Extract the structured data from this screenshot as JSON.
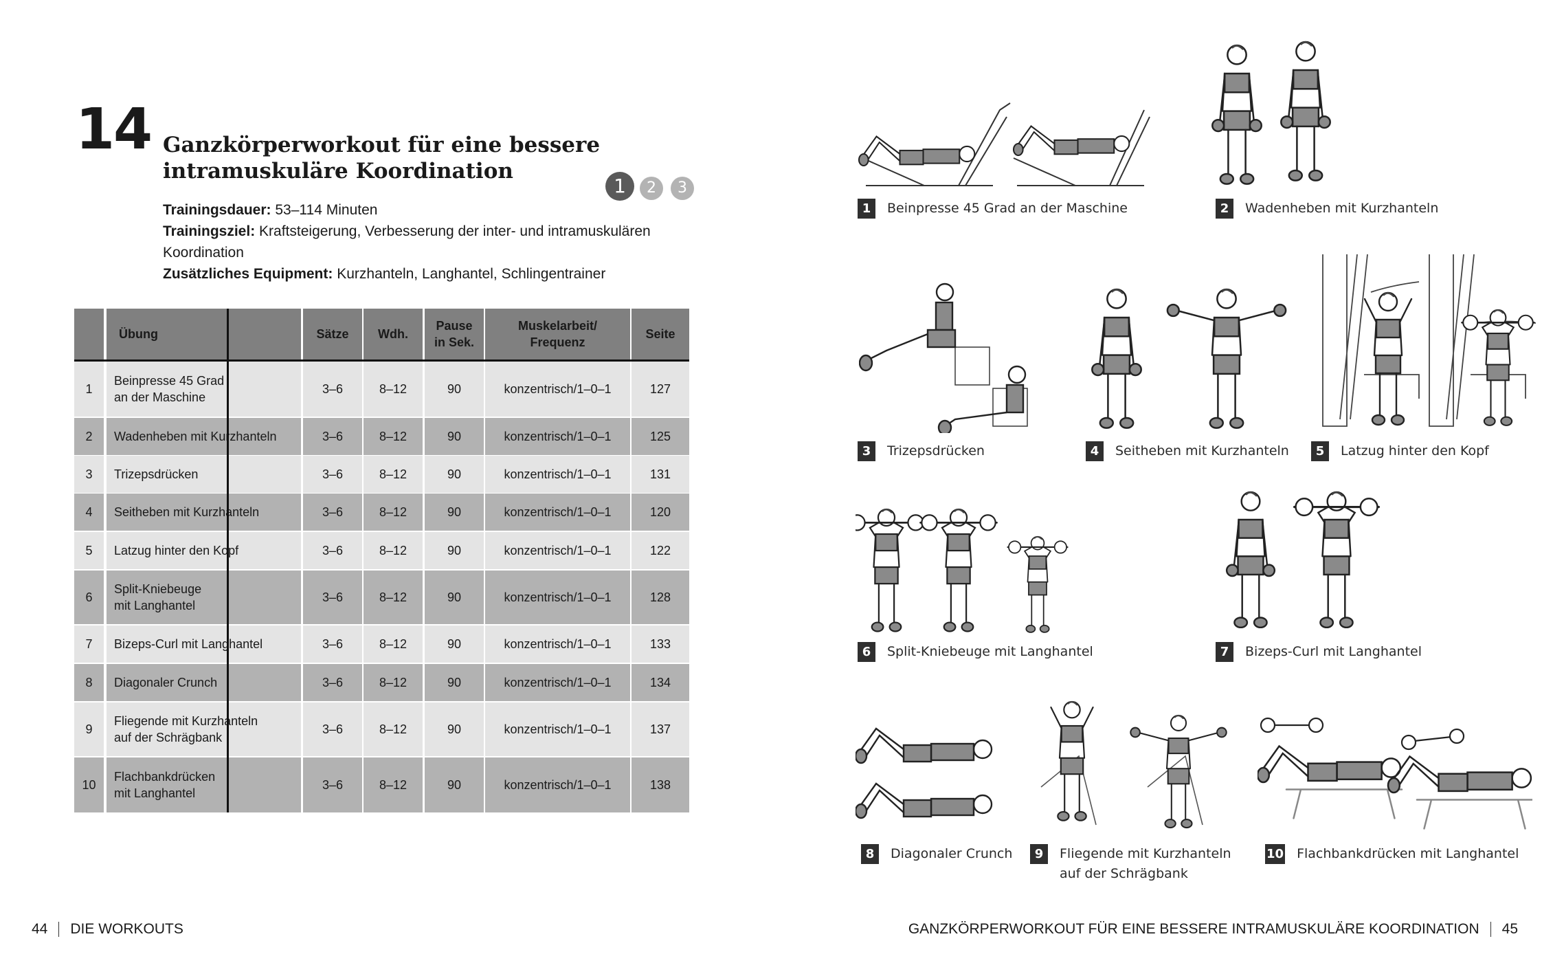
{
  "left_page": {
    "chapter_number": "14",
    "title_line1": "Ganzkörperworkout für eine bessere",
    "title_line2": "intramuskuläre Koordination",
    "difficulty_levels": [
      "1",
      "2",
      "3"
    ],
    "difficulty_active": "1",
    "meta": {
      "duration_label": "Trainingsdauer:",
      "duration_value": "53–114 Minuten",
      "goal_label": "Trainingsziel:",
      "goal_value": "Kraftsteigerung, Verbesserung der inter- und intramuskulären Koordination",
      "equipment_label": "Zusätzliches Equipment:",
      "equipment_value": "Kurzhanteln, Langhantel, Schlingentrainer"
    },
    "table": {
      "headers": [
        "",
        "Übung",
        "Sätze",
        "Wdh.",
        "Pause in Sek.",
        "Muskelarbeit/ Frequenz",
        "Seite"
      ],
      "header_lines": {
        "pause_1": "Pause",
        "pause_2": "in Sek.",
        "muskel_1": "Muskelarbeit/",
        "muskel_2": "Frequenz"
      },
      "rows": [
        {
          "nr": "1",
          "uebung_1": "Beinpresse 45 Grad",
          "uebung_2": "an der Maschine",
          "saetze": "3–6",
          "wdh": "8–12",
          "pause": "90",
          "muskelarbeit": "konzentrisch/1–0–1",
          "seite": "127"
        },
        {
          "nr": "2",
          "uebung_1": "Wadenheben mit Kurzhanteln",
          "uebung_2": "",
          "saetze": "3–6",
          "wdh": "8–12",
          "pause": "90",
          "muskelarbeit": "konzentrisch/1–0–1",
          "seite": "125"
        },
        {
          "nr": "3",
          "uebung_1": "Trizepsdrücken",
          "uebung_2": "",
          "saetze": "3–6",
          "wdh": "8–12",
          "pause": "90",
          "muskelarbeit": "konzentrisch/1–0–1",
          "seite": "131"
        },
        {
          "nr": "4",
          "uebung_1": "Seitheben mit Kurzhanteln",
          "uebung_2": "",
          "saetze": "3–6",
          "wdh": "8–12",
          "pause": "90",
          "muskelarbeit": "konzentrisch/1–0–1",
          "seite": "120"
        },
        {
          "nr": "5",
          "uebung_1": "Latzug hinter den Kopf",
          "uebung_2": "",
          "saetze": "3–6",
          "wdh": "8–12",
          "pause": "90",
          "muskelarbeit": "konzentrisch/1–0–1",
          "seite": "122"
        },
        {
          "nr": "6",
          "uebung_1": "Split-Kniebeuge",
          "uebung_2": "mit Langhantel",
          "saetze": "3–6",
          "wdh": "8–12",
          "pause": "90",
          "muskelarbeit": "konzentrisch/1–0–1",
          "seite": "128"
        },
        {
          "nr": "7",
          "uebung_1": "Bizeps-Curl mit Langhantel",
          "uebung_2": "",
          "saetze": "3–6",
          "wdh": "8–12",
          "pause": "90",
          "muskelarbeit": "konzentrisch/1–0–1",
          "seite": "133"
        },
        {
          "nr": "8",
          "uebung_1": "Diagonaler Crunch",
          "uebung_2": "",
          "saetze": "3–6",
          "wdh": "8–12",
          "pause": "90",
          "muskelarbeit": "konzentrisch/1–0–1",
          "seite": "134"
        },
        {
          "nr": "9",
          "uebung_1": "Fliegende mit Kurzhanteln",
          "uebung_2": "auf der Schrägbank",
          "saetze": "3–6",
          "wdh": "8–12",
          "pause": "90",
          "muskelarbeit": "konzentrisch/1–0–1",
          "seite": "137"
        },
        {
          "nr": "10",
          "uebung_1": "Flachbankdrücken",
          "uebung_2": "mit Langhantel",
          "saetze": "3–6",
          "wdh": "8–12",
          "pause": "90",
          "muskelarbeit": "konzentrisch/1–0–1",
          "seite": "138"
        }
      ]
    },
    "footer": {
      "page_number": "44",
      "section": "DIE WORKOUTS"
    }
  },
  "right_page": {
    "exercises": [
      {
        "nr": "1",
        "label": "Beinpresse 45 Grad an der Maschine",
        "icon": "leg-press-illustration"
      },
      {
        "nr": "2",
        "label": "Wadenheben mit Kurzhanteln",
        "icon": "calf-raise-illustration"
      },
      {
        "nr": "3",
        "label": "Trizepsdrücken",
        "icon": "triceps-dip-illustration"
      },
      {
        "nr": "4",
        "label": "Seitheben mit Kurzhanteln",
        "icon": "lateral-raise-illustration"
      },
      {
        "nr": "5",
        "label": "Latzug hinter den Kopf",
        "icon": "lat-pulldown-illustration"
      },
      {
        "nr": "6",
        "label": "Split-Kniebeuge mit Langhantel",
        "icon": "split-squat-illustration"
      },
      {
        "nr": "7",
        "label": "Bizeps-Curl mit Langhantel",
        "icon": "biceps-curl-illustration"
      },
      {
        "nr": "8",
        "label": "Diagonaler Crunch",
        "icon": "diagonal-crunch-illustration"
      },
      {
        "nr": "9",
        "label_1": "Fliegende mit Kurzhanteln",
        "label_2": "auf der Schrägbank",
        "icon": "incline-fly-illustration"
      },
      {
        "nr": "10",
        "label": "Flachbankdrücken mit Langhantel",
        "icon": "bench-press-illustration"
      }
    ],
    "footer": {
      "section": "GANZKÖRPERWORKOUT FÜR EINE BESSERE INTRAMUSKULÄRE KOORDINATION",
      "page_number": "45"
    }
  },
  "colors": {
    "table_header": "#808080",
    "row_light": "#e4e4e4",
    "row_dark": "#b2b2b2",
    "badge": "#2f2f2f",
    "level_active": "#5a5a5a",
    "level_inactive": "#b3b3b3",
    "figure_fill": "#8a8a8a"
  }
}
